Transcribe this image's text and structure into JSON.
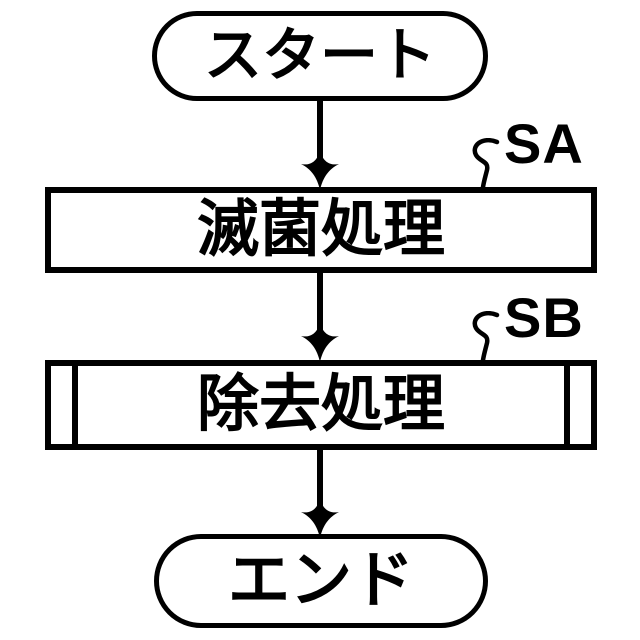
{
  "figure": {
    "type": "flowchart",
    "colors": {
      "stroke": "#000000",
      "background": "#ffffff"
    },
    "start": {
      "shape": "terminator",
      "label": "スタート"
    },
    "end": {
      "shape": "terminator",
      "label": "エンド"
    },
    "steps": [
      {
        "id": "SA",
        "shape": "process",
        "label": "滅菌処理"
      },
      {
        "id": "SB",
        "shape": "predefined-process",
        "label": "除去処理"
      }
    ]
  }
}
